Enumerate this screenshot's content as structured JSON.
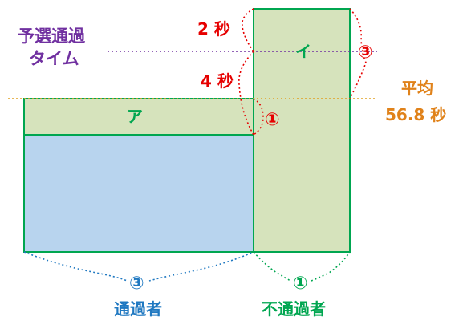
{
  "labels": {
    "qualifying_time_line1": "予選通過",
    "qualifying_time_line2": "タイム",
    "average_line1": "平均",
    "average_line2": "56.8 秒",
    "diff_upper": "2 秒",
    "diff_lower": "4 秒",
    "region_a": "ア",
    "region_i": "イ",
    "ratio_small_right": "①",
    "ratio_large_right": "③",
    "ratio_passers": "③",
    "ratio_nonpassers": "①",
    "passers": "通過者",
    "nonpassers": "不通過者"
  },
  "colors": {
    "purple": "#7030a0",
    "orange": "#e0821a",
    "red": "#e60000",
    "green": "#00a650",
    "blue": "#1f78c1",
    "fill_green": "#d6e3bc",
    "fill_blue": "#b8d4ee"
  }
}
